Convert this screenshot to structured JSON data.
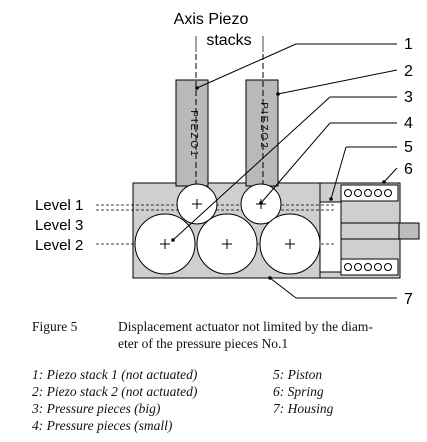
{
  "axis_label": [
    "Axis Piezo",
    "stacks"
  ],
  "piezo_labels": [
    "PIEZO1",
    "PIEZO2"
  ],
  "callouts": [
    "1",
    "2",
    "3",
    "4",
    "5",
    "6",
    "7"
  ],
  "levels": [
    "Level 1",
    "Level 3",
    "Level 2"
  ],
  "figure": {
    "number": "Figure 5",
    "caption_line1": "Displacement actuator not limited by the diam-",
    "caption_line2": "eter of the pressure pieces No.1"
  },
  "legend": {
    "left": [
      "1: Piezo stack 1 (not actuated)",
      "2: Piezo stack 2 (not actuated)",
      "3: Pressure pieces (big)",
      "4: Pressure pieces (small)"
    ],
    "right": [
      "5: Piston",
      "6: Spring",
      "7: Housing"
    ]
  }
}
